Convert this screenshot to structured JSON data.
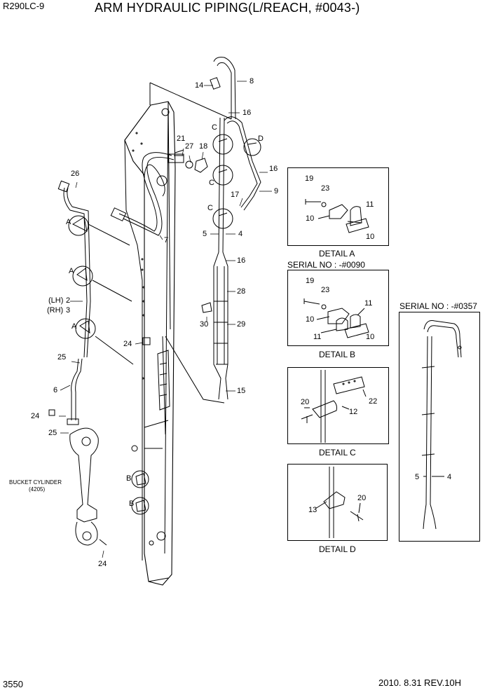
{
  "header": {
    "model": "R290LC-9",
    "title": "ARM HYDRAULIC PIPING(L/REACH, #0043-)"
  },
  "footer": {
    "page": "3550",
    "date_rev": "2010. 8.31  REV.10H"
  },
  "main_labels": {
    "p14": "14",
    "p8": "8",
    "p16a": "16",
    "p16b": "16",
    "p16c": "16",
    "cA": "C",
    "cB": "C",
    "cC": "C",
    "dA": "D",
    "p21": "21",
    "p27": "27",
    "p18": "18",
    "p9": "9",
    "p17": "17",
    "p5": "5",
    "p4": "4",
    "p7": "7",
    "p26": "26",
    "a1": "A",
    "a2": "A",
    "a3": "A",
    "lh": "(LH)",
    "rh": "(RH)",
    "p2": "2",
    "p3": "3",
    "p28": "28",
    "p30": "30",
    "p29": "29",
    "p24a": "24",
    "p25a": "25",
    "p6": "6",
    "p24b": "24",
    "p25b": "25",
    "p15": "15",
    "b1": "B",
    "b2": "B",
    "bucket1": "BUCKET CYLINDER",
    "bucket2": "(4205)",
    "p24c": "24"
  },
  "detail_a": {
    "caption": "DETAIL A",
    "l19": "19",
    "l23": "23",
    "l11": "11",
    "l10a": "10",
    "l10b": "10"
  },
  "detail_b": {
    "serial": "SERIAL NO : -#0090",
    "caption": "DETAIL B",
    "l19": "19",
    "l23": "23",
    "l11a": "11",
    "l10a": "10",
    "l11b": "11",
    "l10b": "10"
  },
  "detail_c": {
    "caption": "DETAIL C",
    "l20": "20",
    "l22": "22",
    "l12": "12"
  },
  "detail_d": {
    "caption": "DETAIL D",
    "l13": "13",
    "l20": "20"
  },
  "serial_box": {
    "serial": "SERIAL NO : -#0357",
    "l5": "5",
    "l4": "4"
  }
}
